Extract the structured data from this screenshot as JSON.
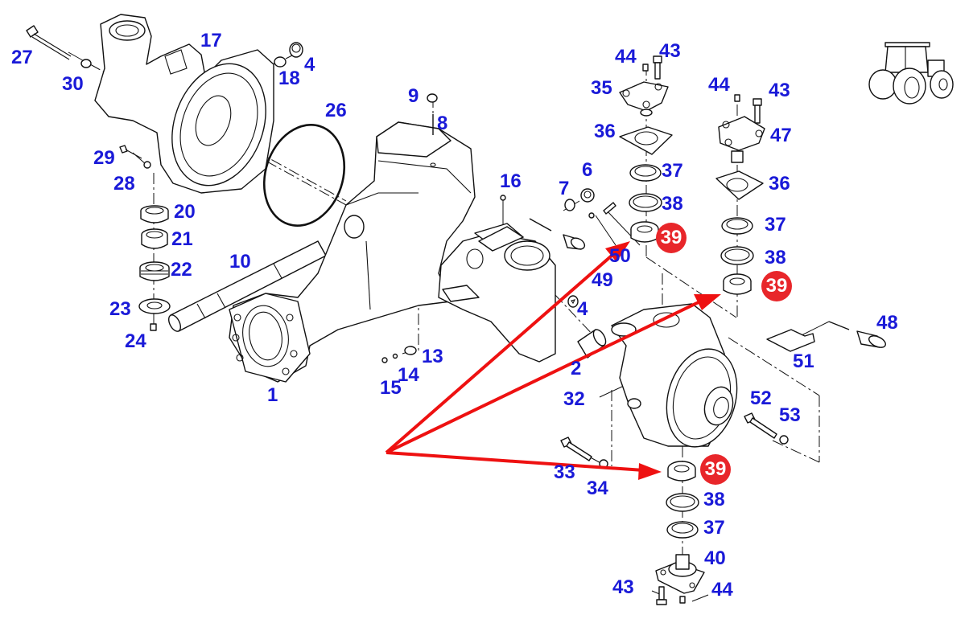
{
  "diagram": {
    "title": "Front axle exploded parts diagram",
    "colors": {
      "label": "#1a1ad8",
      "highlight": "#e8262a",
      "arrow": "#ee1111",
      "line": "#111111"
    },
    "thumbnail": "tractor-icon",
    "callouts": [
      {
        "id": "c27",
        "text": "27"
      },
      {
        "id": "c30",
        "text": "30"
      },
      {
        "id": "c17",
        "text": "17"
      },
      {
        "id": "c18",
        "text": "18"
      },
      {
        "id": "c4a",
        "text": "4"
      },
      {
        "id": "c26",
        "text": "26"
      },
      {
        "id": "c29",
        "text": "29"
      },
      {
        "id": "c28",
        "text": "28"
      },
      {
        "id": "c20",
        "text": "20"
      },
      {
        "id": "c21",
        "text": "21"
      },
      {
        "id": "c22",
        "text": "22"
      },
      {
        "id": "c23",
        "text": "23"
      },
      {
        "id": "c24",
        "text": "24"
      },
      {
        "id": "c10",
        "text": "10"
      },
      {
        "id": "c1",
        "text": "1"
      },
      {
        "id": "c9",
        "text": "9"
      },
      {
        "id": "c8",
        "text": "8"
      },
      {
        "id": "c16",
        "text": "16"
      },
      {
        "id": "c7",
        "text": "7"
      },
      {
        "id": "c6",
        "text": "6"
      },
      {
        "id": "c50",
        "text": "50"
      },
      {
        "id": "c49",
        "text": "49"
      },
      {
        "id": "c4b",
        "text": "4"
      },
      {
        "id": "c2",
        "text": "2"
      },
      {
        "id": "c13",
        "text": "13"
      },
      {
        "id": "c14",
        "text": "14"
      },
      {
        "id": "c15",
        "text": "15"
      },
      {
        "id": "c44a",
        "text": "44"
      },
      {
        "id": "c43a",
        "text": "43"
      },
      {
        "id": "c35",
        "text": "35"
      },
      {
        "id": "c36a",
        "text": "36"
      },
      {
        "id": "c37a",
        "text": "37"
      },
      {
        "id": "c38a",
        "text": "38"
      },
      {
        "id": "c44b",
        "text": "44"
      },
      {
        "id": "c43b",
        "text": "43"
      },
      {
        "id": "c47",
        "text": "47"
      },
      {
        "id": "c36b",
        "text": "36"
      },
      {
        "id": "c37b",
        "text": "37"
      },
      {
        "id": "c38b",
        "text": "38"
      },
      {
        "id": "c48",
        "text": "48"
      },
      {
        "id": "c51",
        "text": "51"
      },
      {
        "id": "c32",
        "text": "32"
      },
      {
        "id": "c52",
        "text": "52"
      },
      {
        "id": "c53",
        "text": "53"
      },
      {
        "id": "c33",
        "text": "33"
      },
      {
        "id": "c34",
        "text": "34"
      },
      {
        "id": "c38c",
        "text": "38"
      },
      {
        "id": "c37c",
        "text": "37"
      },
      {
        "id": "c40",
        "text": "40"
      },
      {
        "id": "c43c",
        "text": "43"
      },
      {
        "id": "c44c",
        "text": "44"
      }
    ],
    "highlighted": [
      {
        "id": "h39a",
        "text": "39"
      },
      {
        "id": "h39b",
        "text": "39"
      },
      {
        "id": "h39c",
        "text": "39"
      }
    ]
  }
}
